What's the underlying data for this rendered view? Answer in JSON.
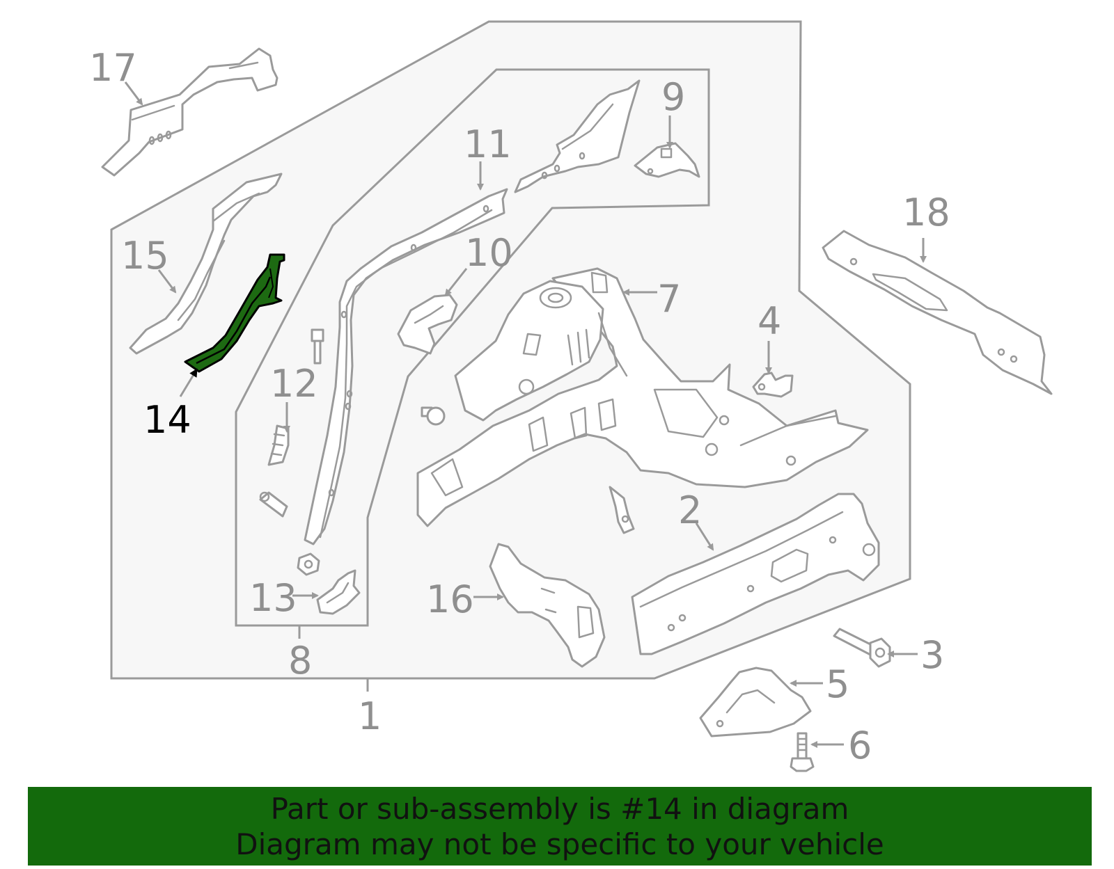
{
  "colors": {
    "highlight": "#1d6a12",
    "banner": "#136a0c",
    "line": "#9a9a9a",
    "panel": "#f7f7f7"
  },
  "callouts": {
    "c1": "1",
    "c2": "2",
    "c3": "3",
    "c4": "4",
    "c5": "5",
    "c6": "6",
    "c7": "7",
    "c8": "8",
    "c9": "9",
    "c10": "10",
    "c11": "11",
    "c12": "12",
    "c13": "13",
    "c14": "14",
    "c15": "15",
    "c16": "16",
    "c17": "17",
    "c18": "18"
  },
  "banner": {
    "line1": "Part or sub-assembly is #14 in diagram",
    "line2": "Diagram may not be specific to your vehicle"
  }
}
